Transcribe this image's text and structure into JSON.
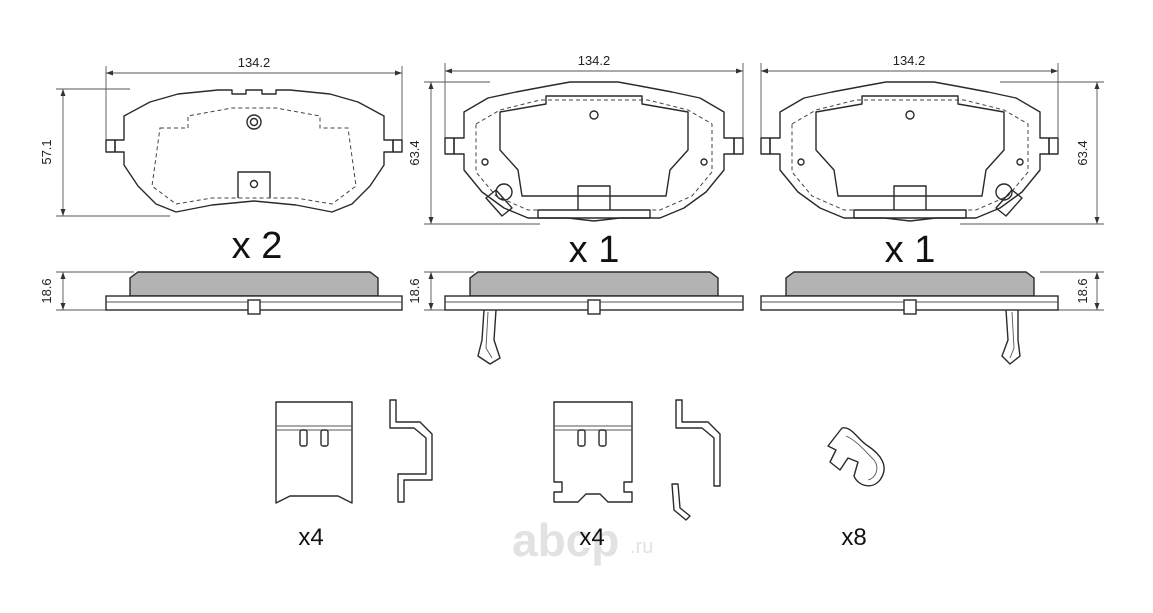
{
  "watermark": {
    "text": "abcp",
    "suffix": ".ru"
  },
  "pads": [
    {
      "width_label": "134.2",
      "height_label": "57.1",
      "thickness_label": "18.6",
      "quantity": "x 2"
    },
    {
      "width_label": "134.2",
      "height_label": "63.4",
      "thickness_label": "18.6",
      "quantity": "x 1"
    },
    {
      "width_label": "134.2",
      "height_label": "63.4",
      "thickness_label": "18.6",
      "quantity": "x 1"
    }
  ],
  "accessories": [
    {
      "quantity": "x4"
    },
    {
      "quantity": "x4"
    },
    {
      "quantity": "x8"
    }
  ]
}
